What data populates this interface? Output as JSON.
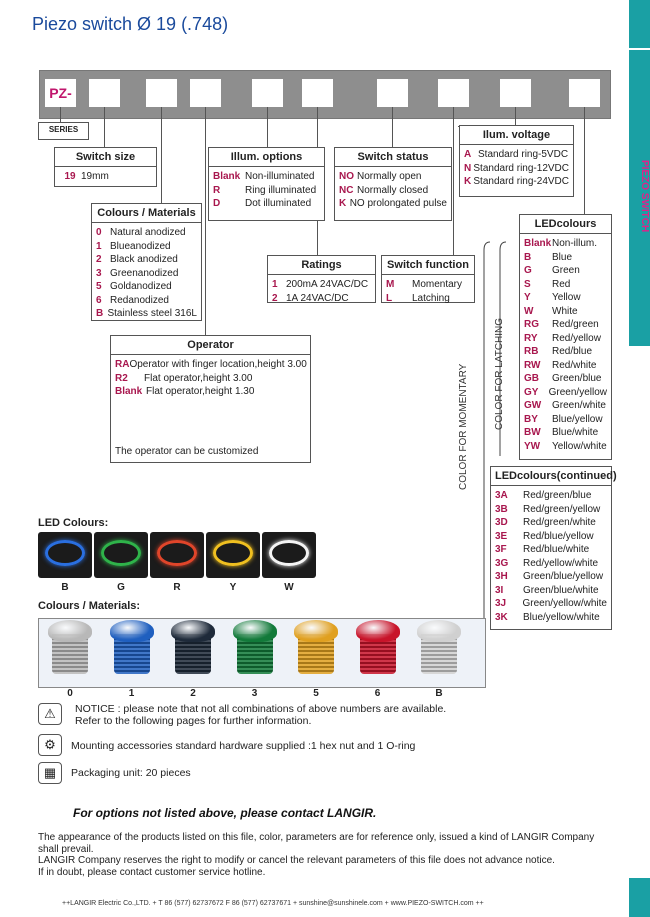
{
  "title": "Piezo switch Ø 19 (.748)",
  "side_label": "PIEZO SWITCH",
  "prefix": "PZ-",
  "series": "SERIES",
  "switch_size": {
    "header": "Switch size",
    "items": [
      {
        "code": "19",
        "desc": "19mm"
      }
    ]
  },
  "illum_options": {
    "header": "Illum. options",
    "items": [
      {
        "code": "Blank",
        "desc": "Non-illuminated"
      },
      {
        "code": "R",
        "desc": "Ring illuminated"
      },
      {
        "code": "D",
        "desc": "Dot illuminated"
      }
    ]
  },
  "switch_status": {
    "header": "Switch status",
    "items": [
      {
        "code": "NO",
        "desc": "Normally open"
      },
      {
        "code": "NC",
        "desc": "Normally closed"
      },
      {
        "code": "K",
        "desc": "NO prolongated pulse"
      }
    ]
  },
  "illum_voltage": {
    "header": "Ilum. voltage",
    "items": [
      {
        "code": "A",
        "desc": "Standard ring-5VDC"
      },
      {
        "code": "N",
        "desc": "Standard ring-12VDC"
      },
      {
        "code": "K",
        "desc": "Standard ring-24VDC"
      }
    ]
  },
  "colours_materials": {
    "header": "Colours / Materials",
    "items": [
      {
        "code": "0",
        "desc": "Natural anodized"
      },
      {
        "code": "1",
        "desc": "Blueanodized"
      },
      {
        "code": "2",
        "desc": "Black anodized"
      },
      {
        "code": "3",
        "desc": "Greenanodized"
      },
      {
        "code": "5",
        "desc": "Goldanodized"
      },
      {
        "code": "6",
        "desc": "Redanodized"
      },
      {
        "code": "B",
        "desc": "Stainless steel 316L"
      }
    ]
  },
  "ratings": {
    "header": "Ratings",
    "items": [
      {
        "code": "1",
        "desc": "200mA 24VAC/DC"
      },
      {
        "code": "2",
        "desc": "1A 24VAC/DC"
      }
    ]
  },
  "switch_function": {
    "header": "Switch function",
    "items": [
      {
        "code": "M",
        "desc": "Momentary"
      },
      {
        "code": "L",
        "desc": "Latching"
      }
    ]
  },
  "operator": {
    "header": "Operator",
    "items": [
      {
        "code": "RA",
        "desc": "Operator with finger location,height 3.00"
      },
      {
        "code": "R2",
        "desc": "Flat operator,height 3.00"
      },
      {
        "code": "Blank",
        "desc": "Flat operator,height 1.30"
      }
    ],
    "note": "The operator can be customized"
  },
  "led_colours": {
    "header": "LEDcolours",
    "items": [
      {
        "code": "Blank",
        "desc": "Non-illum."
      },
      {
        "code": "B",
        "desc": "Blue"
      },
      {
        "code": "G",
        "desc": "Green"
      },
      {
        "code": "S",
        "desc": "Red"
      },
      {
        "code": "Y",
        "desc": "Yellow"
      },
      {
        "code": "W",
        "desc": "White"
      },
      {
        "code": "RG",
        "desc": "Red/green"
      },
      {
        "code": "RY",
        "desc": "Red/yellow"
      },
      {
        "code": "RB",
        "desc": "Red/blue"
      },
      {
        "code": "RW",
        "desc": "Red/white"
      },
      {
        "code": "GB",
        "desc": "Green/blue"
      },
      {
        "code": "GY",
        "desc": "Green/yellow"
      },
      {
        "code": "GW",
        "desc": "Green/white"
      },
      {
        "code": "BY",
        "desc": "Blue/yellow"
      },
      {
        "code": "BW",
        "desc": "Blue/white"
      },
      {
        "code": "YW",
        "desc": "Yellow/white"
      }
    ]
  },
  "led_colours_cont": {
    "header": "LEDcolours(continued)",
    "items": [
      {
        "code": "3A",
        "desc": "Red/green/blue"
      },
      {
        "code": "3B",
        "desc": "Red/green/yellow"
      },
      {
        "code": "3D",
        "desc": "Red/green/white"
      },
      {
        "code": "3E",
        "desc": "Red/blue/yellow"
      },
      {
        "code": "3F",
        "desc": "Red/blue/white"
      },
      {
        "code": "3G",
        "desc": "Red/yellow/white"
      },
      {
        "code": "3H",
        "desc": "Green/blue/yellow"
      },
      {
        "code": "3I",
        "desc": "Green/blue/white"
      },
      {
        "code": "3J",
        "desc": "Green/yellow/white"
      },
      {
        "code": "3K",
        "desc": "Blue/yellow/white"
      }
    ]
  },
  "color_for_latching": "COLOR FOR LATCHING",
  "color_for_momentary": "COLOR FOR MOMENTARY",
  "led_section": {
    "title": "LED Colours:",
    "swatches": [
      {
        "label": "B",
        "color": "#2a6fe0"
      },
      {
        "label": "G",
        "color": "#2fb34a"
      },
      {
        "label": "R",
        "color": "#e0452a"
      },
      {
        "label": "Y",
        "color": "#f0c020"
      },
      {
        "label": "W",
        "color": "#f4f4f4"
      }
    ]
  },
  "materials_section": {
    "title": "Colours / Materials:",
    "items": [
      {
        "label": "0",
        "color": "#b8b8b8"
      },
      {
        "label": "1",
        "color": "#1f5fbf"
      },
      {
        "label": "2",
        "color": "#1e2a3a"
      },
      {
        "label": "3",
        "color": "#127a3a"
      },
      {
        "label": "5",
        "color": "#e0a020"
      },
      {
        "label": "6",
        "color": "#c8142a"
      },
      {
        "label": "B",
        "color": "#d0d0d0"
      }
    ]
  },
  "notice_icon": "warning-icon",
  "notice": "NOTICE : please note that not all combinations of above numbers are available.",
  "notice2": "Refer to the following pages for further information.",
  "mounting": "Mounting accessories standard hardware supplied :1 hex nut and 1 O-ring",
  "packaging": "Packaging unit: 20 pieces",
  "contact": "For options not listed above, please contact LANGIR.",
  "disclaimer1": "The appearance of the products listed on this file, color, parameters are for reference only, issued a kind of LANGIR Company shall prevail.",
  "disclaimer2": "LANGIR Company reserves the right to modify or cancel the relevant parameters of this file does not advance notice.",
  "disclaimer3": "If in doubt, please contact customer service hotline.",
  "footer": "++LANGIR Electric Co.,LTD.  + T 86 (577) 62737672 F 86 (577) 62737671 + sunshine@sunshinele.com + www.PIEZO-SWITCH.com ++"
}
